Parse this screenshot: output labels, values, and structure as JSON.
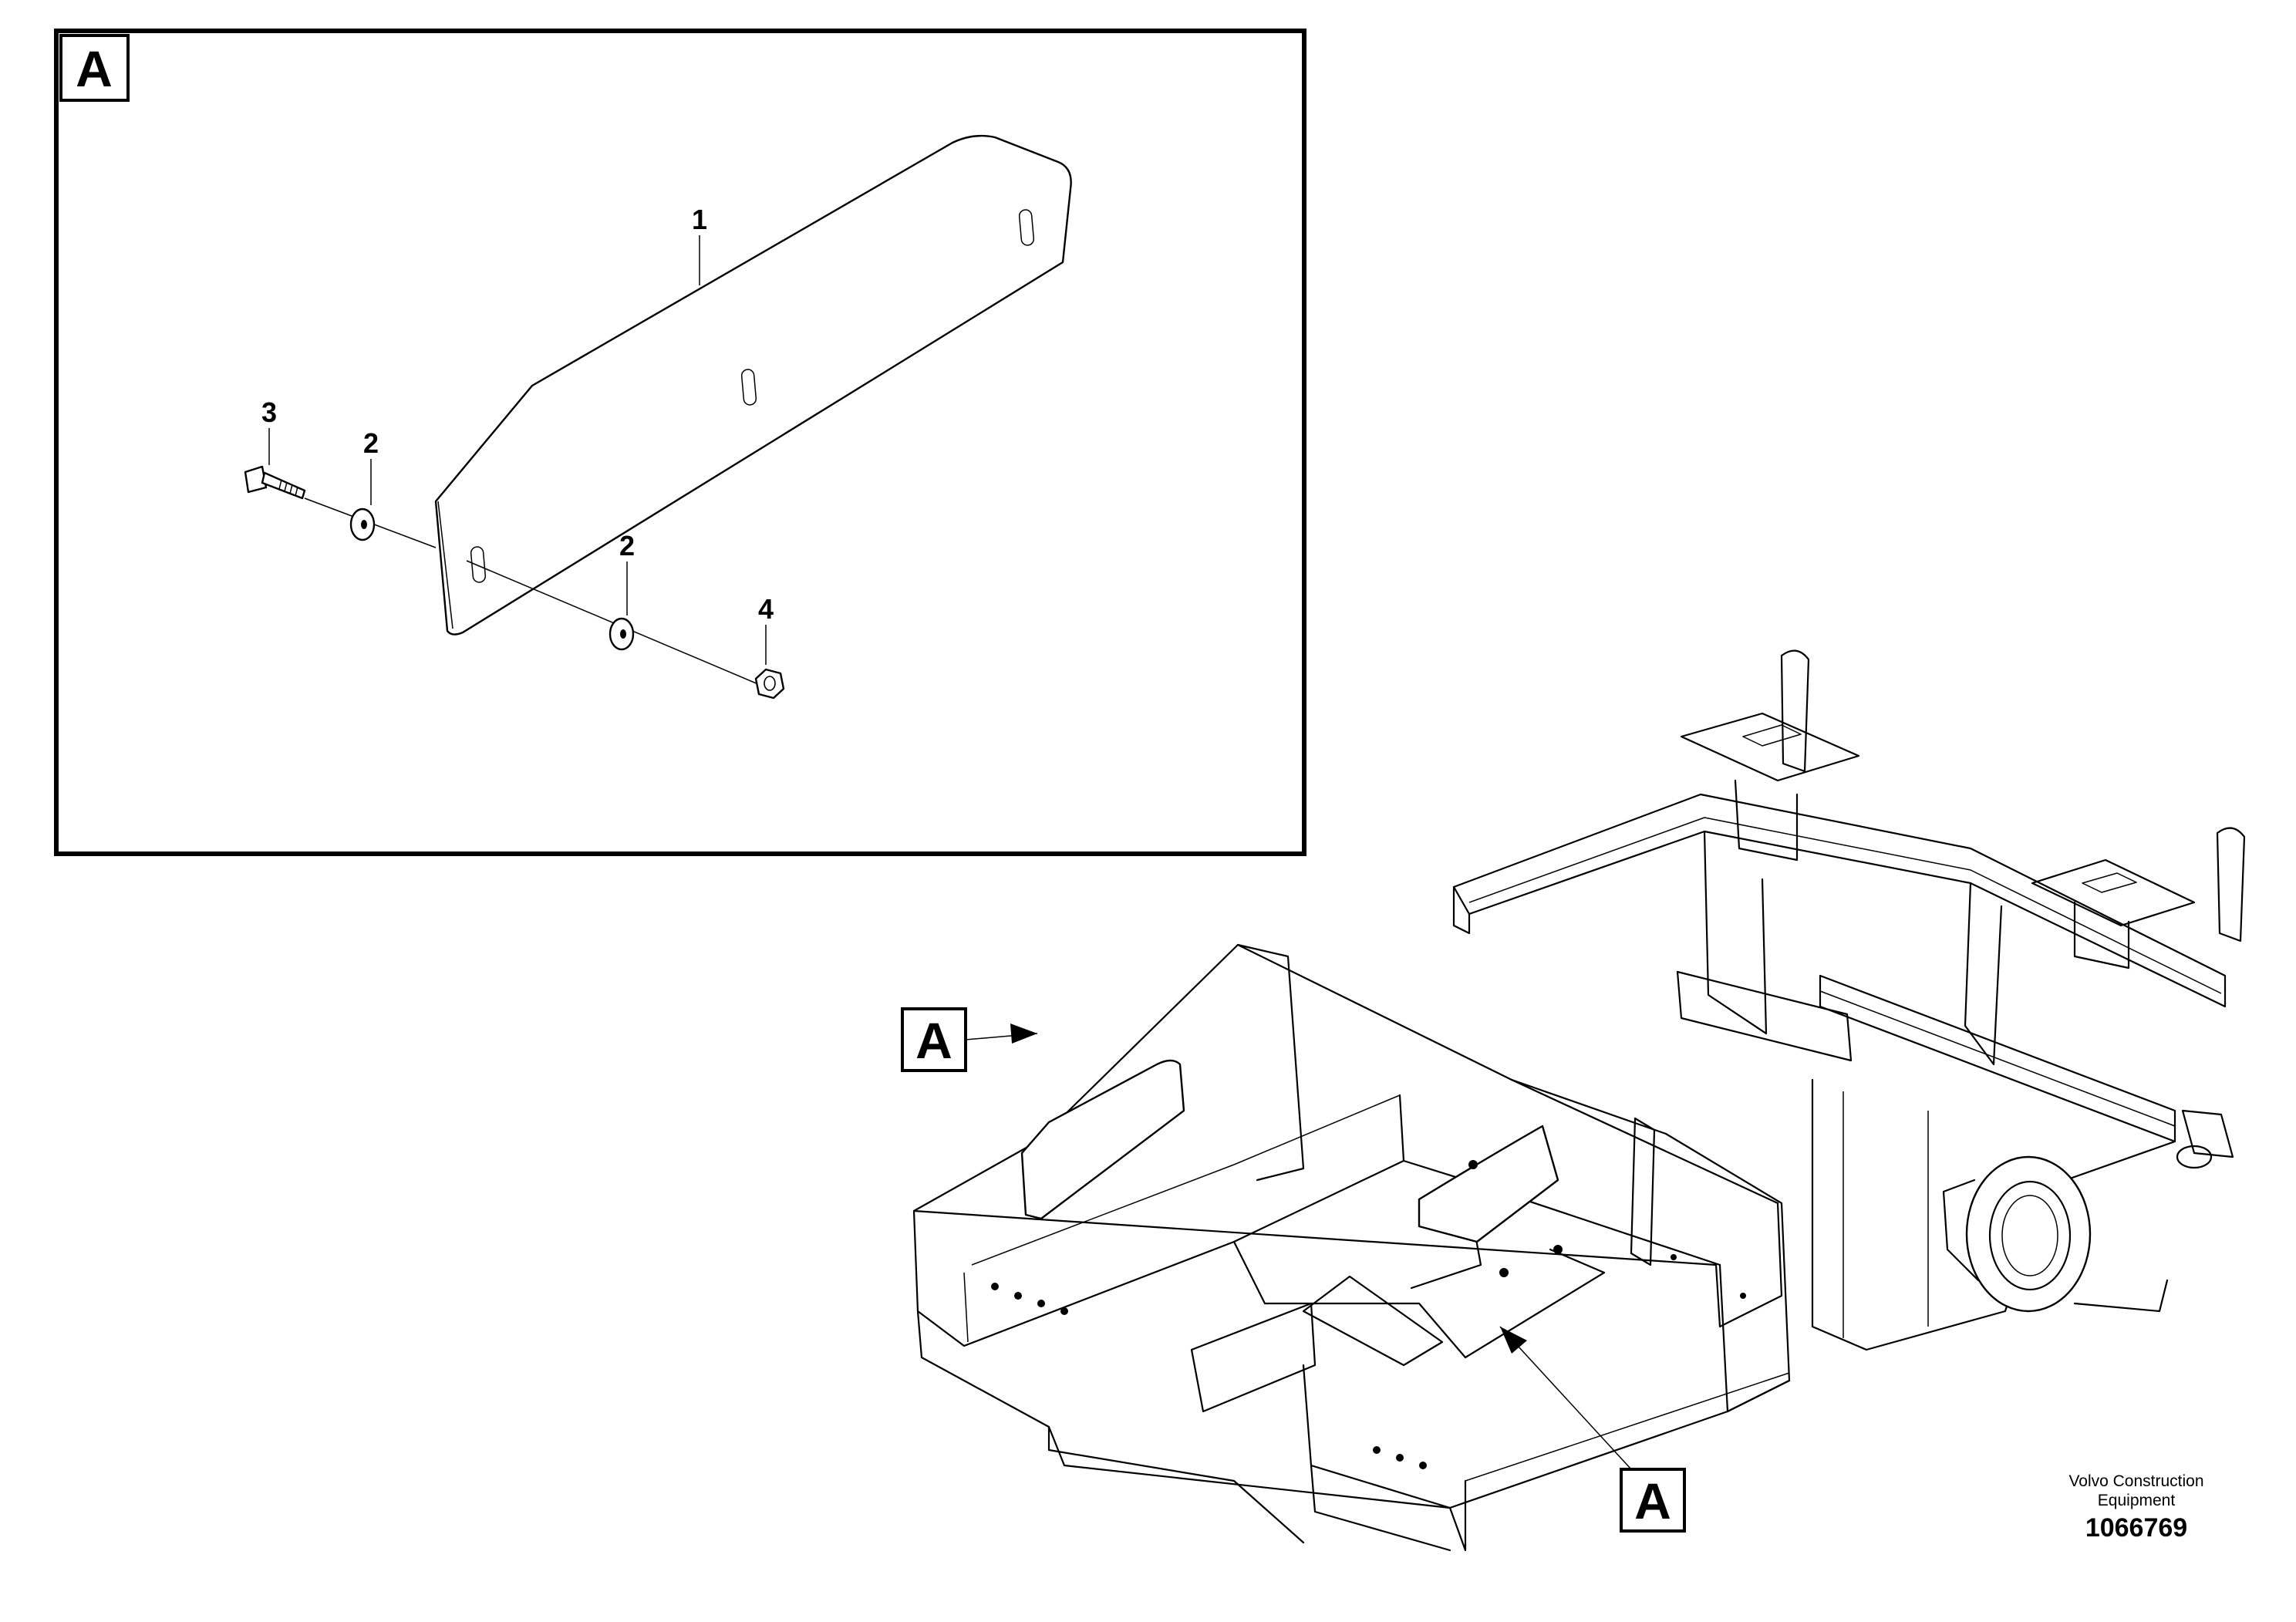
{
  "detail_box": {
    "letter": "A"
  },
  "callouts": [
    {
      "id": "callout-1",
      "label": "1"
    },
    {
      "id": "callout-2a",
      "label": "2"
    },
    {
      "id": "callout-2b",
      "label": "2"
    },
    {
      "id": "callout-3",
      "label": "3"
    },
    {
      "id": "callout-4",
      "label": "4"
    }
  ],
  "reference_tags": [
    {
      "id": "ref-tag-left",
      "letter": "A"
    },
    {
      "id": "ref-tag-bottom",
      "letter": "A"
    }
  ],
  "footer": {
    "brand_line1": "Volvo Construction",
    "brand_line2": "Equipment",
    "drawing_number": "1066769"
  }
}
